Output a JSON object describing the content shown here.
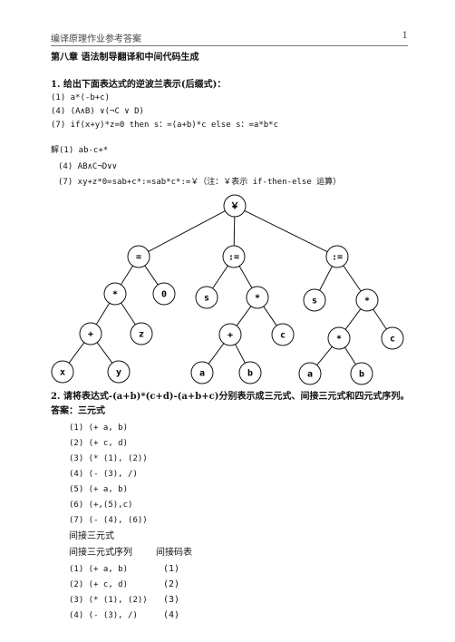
{
  "header": {
    "title": "编译原理作业参考答案",
    "page_number": "1"
  },
  "chapter_title": "第八章   语法制导翻译和中间代码生成",
  "q1": {
    "question": "1. 给出下面表达式的逆波兰表示(后缀式)：",
    "items": [
      "(1) a*(-b+c)",
      "(4) (A∧B) ∨(¬C ∨ D)",
      "(7) if(x+y)*z=0 then s：=(a+b)*c else s：=a*b*c"
    ],
    "answer_label": "解(1) ab-c+*",
    "answers": [
      "(4) AB∧C¬D∨∨",
      "(7) xy+z*0=sab+c*:=sab*c*:=￥（注：￥表示 if-then-else 运算）"
    ]
  },
  "tree": {
    "nodes": [
      {
        "id": "root",
        "label": "￥"
      },
      {
        "id": "eq",
        "label": "="
      },
      {
        "id": "as1",
        "label": ":="
      },
      {
        "id": "as2",
        "label": ":="
      },
      {
        "id": "m1",
        "label": "*"
      },
      {
        "id": "z0",
        "label": "0"
      },
      {
        "id": "s1",
        "label": "s"
      },
      {
        "id": "m2",
        "label": "*"
      },
      {
        "id": "s2",
        "label": "s"
      },
      {
        "id": "m3",
        "label": "*"
      },
      {
        "id": "p1",
        "label": "+"
      },
      {
        "id": "z",
        "label": "z"
      },
      {
        "id": "p2",
        "label": "+"
      },
      {
        "id": "c1",
        "label": "c"
      },
      {
        "id": "m4",
        "label": "*"
      },
      {
        "id": "c2",
        "label": "c"
      },
      {
        "id": "x",
        "label": "x"
      },
      {
        "id": "y",
        "label": "y"
      },
      {
        "id": "a1",
        "label": "a"
      },
      {
        "id": "b1",
        "label": "b"
      },
      {
        "id": "a2",
        "label": "a"
      },
      {
        "id": "b2",
        "label": "b"
      }
    ],
    "edges": [
      [
        "root",
        "eq"
      ],
      [
        "root",
        "as1"
      ],
      [
        "root",
        "as2"
      ],
      [
        "eq",
        "m1"
      ],
      [
        "eq",
        "z0"
      ],
      [
        "m1",
        "p1"
      ],
      [
        "m1",
        "z"
      ],
      [
        "p1",
        "x"
      ],
      [
        "p1",
        "y"
      ],
      [
        "as1",
        "s1"
      ],
      [
        "as1",
        "m2"
      ],
      [
        "m2",
        "p2"
      ],
      [
        "m2",
        "c1"
      ],
      [
        "p2",
        "a1"
      ],
      [
        "p2",
        "b1"
      ],
      [
        "as2",
        "s2"
      ],
      [
        "as2",
        "m3"
      ],
      [
        "m3",
        "m4"
      ],
      [
        "m3",
        "c2"
      ],
      [
        "m4",
        "a2"
      ],
      [
        "m4",
        "b2"
      ]
    ]
  },
  "q2": {
    "question": "2. 请将表达式-(a+b)*(c+d)-(a+b+c)分别表示成三元式、间接三元式和四元式序列。",
    "answer_label": "答案：三元式",
    "triples": [
      "(1)  (+ a,  b)",
      "(2)  (+ c,  d)",
      "(3)  (* (1),  (2))",
      "(4)  (- (3),  /)",
      "(5)  (+ a,  b)",
      "(6)  (+,(5),c)",
      "(7)  (- (4),  (6))"
    ],
    "indirect_title": "间接三元式",
    "indirect_seq_header": "间接三元式序列",
    "indirect_table_header": "间接码表",
    "indirect_rows": [
      {
        "triple": "(1)  (+ a,  b)",
        "code": "(1)"
      },
      {
        "triple": "(2)  (+ c,  d)",
        "code": "(2)"
      },
      {
        "triple": "(3)  (* (1),  (2))",
        "code": "(3)"
      },
      {
        "triple": "(4)  (- (3),  /)",
        "code": "(4)"
      }
    ]
  }
}
